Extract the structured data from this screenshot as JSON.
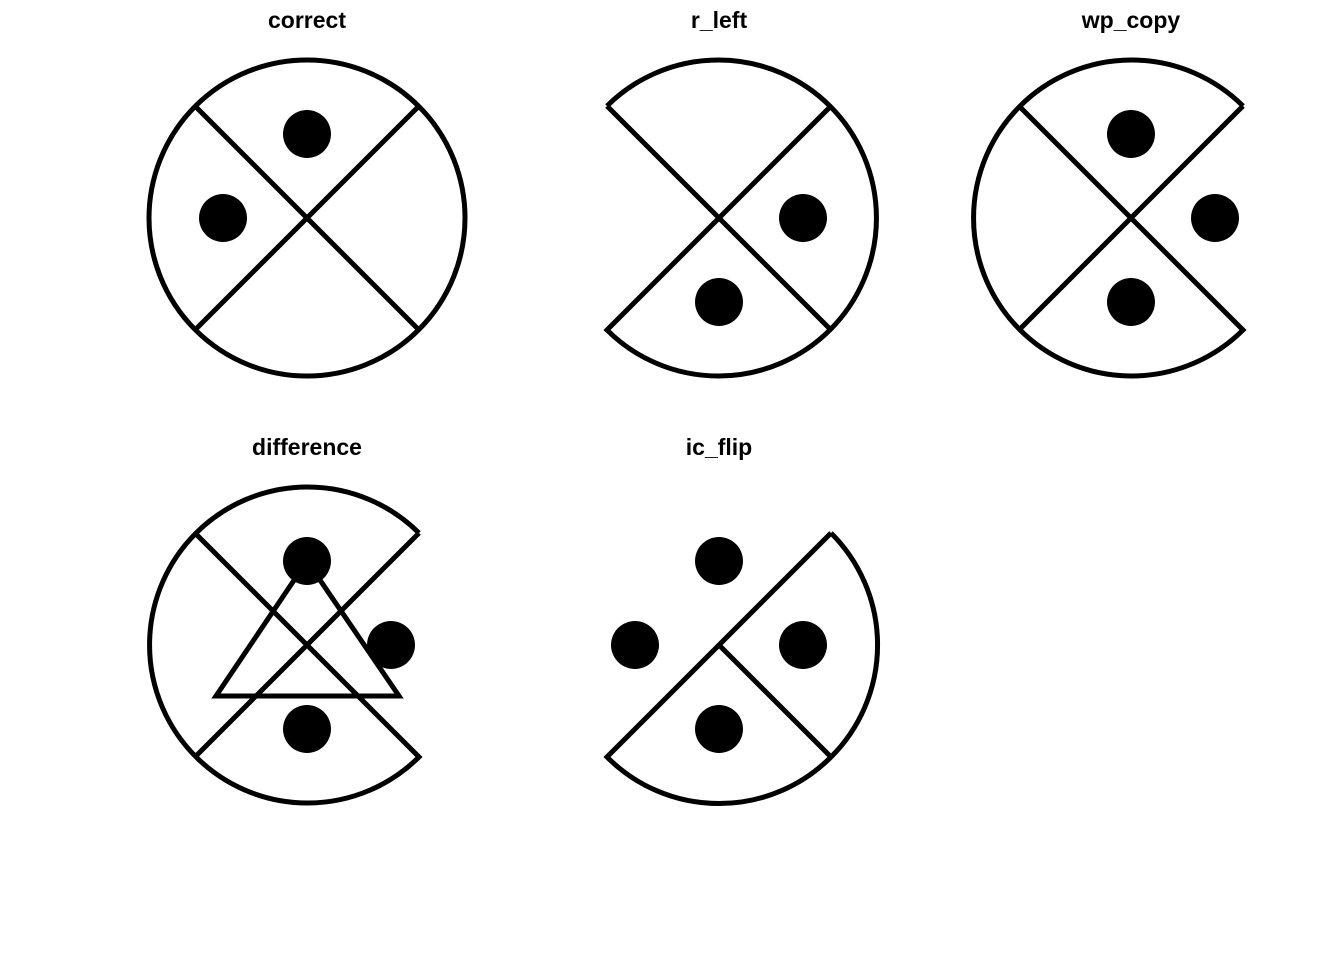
{
  "panels": [
    {
      "title": "correct"
    },
    {
      "title": "r_left"
    },
    {
      "title": "wp_copy"
    },
    {
      "title": "difference"
    },
    {
      "title": "ic_flip"
    }
  ],
  "colors": {
    "stroke": "#000000",
    "fill": "#000000",
    "background": "#ffffff"
  }
}
